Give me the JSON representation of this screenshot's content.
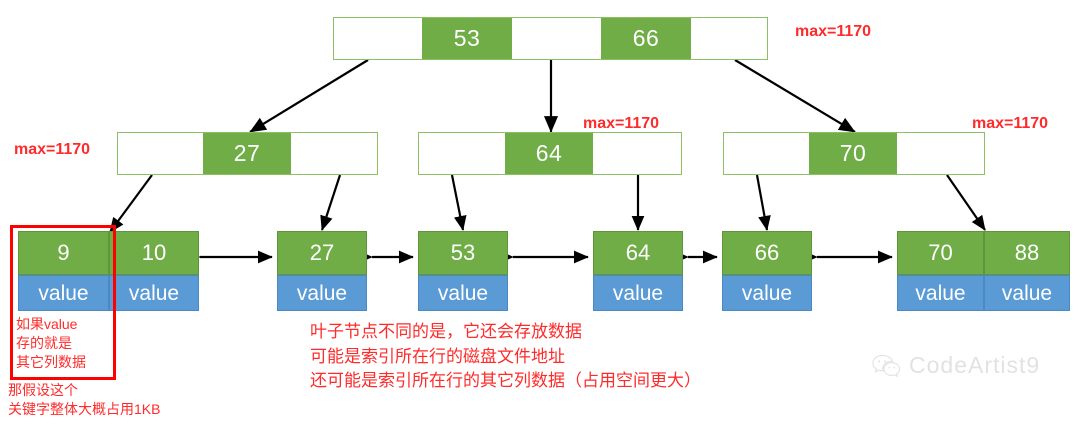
{
  "diagram": {
    "title": "B+Tree index structure",
    "colors": {
      "key_green": "#70AD47",
      "value_blue": "#5B9BD5",
      "node_border_green": "#8DC063",
      "annotation_red": "#FF2B2B",
      "highlight_red": "#FF0000",
      "edge_black": "#000000",
      "watermark_gray": "#E2E2E2"
    },
    "root": {
      "cells": [
        {
          "type": "pointer",
          "label": ""
        },
        {
          "type": "key",
          "label": "53"
        },
        {
          "type": "pointer",
          "label": ""
        },
        {
          "type": "key",
          "label": "66"
        },
        {
          "type": "pointer",
          "label": ""
        }
      ]
    },
    "internal_nodes": [
      {
        "id": "internal-left",
        "cells": [
          {
            "type": "pointer",
            "label": ""
          },
          {
            "type": "key",
            "label": "27"
          },
          {
            "type": "pointer",
            "label": ""
          }
        ]
      },
      {
        "id": "internal-middle",
        "cells": [
          {
            "type": "pointer",
            "label": ""
          },
          {
            "type": "key",
            "label": "64"
          },
          {
            "type": "pointer",
            "label": ""
          }
        ]
      },
      {
        "id": "internal-right",
        "cells": [
          {
            "type": "pointer",
            "label": ""
          },
          {
            "type": "key",
            "label": "70"
          },
          {
            "type": "pointer",
            "label": ""
          }
        ]
      }
    ],
    "leaf_nodes": [
      {
        "id": "leaf-1",
        "slots": [
          {
            "key": "9",
            "value": "value"
          },
          {
            "key": "10",
            "value": "value"
          }
        ]
      },
      {
        "id": "leaf-2",
        "slots": [
          {
            "key": "27",
            "value": "value"
          }
        ]
      },
      {
        "id": "leaf-3",
        "slots": [
          {
            "key": "53",
            "value": "value"
          }
        ]
      },
      {
        "id": "leaf-4",
        "slots": [
          {
            "key": "64",
            "value": "value"
          }
        ]
      },
      {
        "id": "leaf-5",
        "slots": [
          {
            "key": "66",
            "value": "value"
          }
        ]
      },
      {
        "id": "leaf-6",
        "slots": [
          {
            "key": "70",
            "value": "value"
          },
          {
            "key": "88",
            "value": "value"
          }
        ]
      }
    ],
    "max_labels": [
      {
        "id": "max-root",
        "text": "max=1170"
      },
      {
        "id": "max-internal-left",
        "text": "max=1170"
      },
      {
        "id": "max-internal-middle",
        "text": "max=1170"
      },
      {
        "id": "max-internal-right",
        "text": "max=1170"
      }
    ],
    "annotations": {
      "redbox_note": {
        "lines": [
          "如果value",
          "存的就是",
          "其它列数据"
        ]
      },
      "below_redbox_note": {
        "lines": [
          "那假设这个",
          "关键字整体大概占用1KB"
        ]
      },
      "leaf_note": {
        "lines": [
          "叶子节点不同的是，它还会存放数据",
          "可能是索引所在行的磁盘文件地址",
          "还可能是索引所在行的其它列数据（占用空间更大）"
        ]
      }
    },
    "watermark": {
      "icon": "wechat-icon",
      "text": "CodeArtist9"
    }
  }
}
